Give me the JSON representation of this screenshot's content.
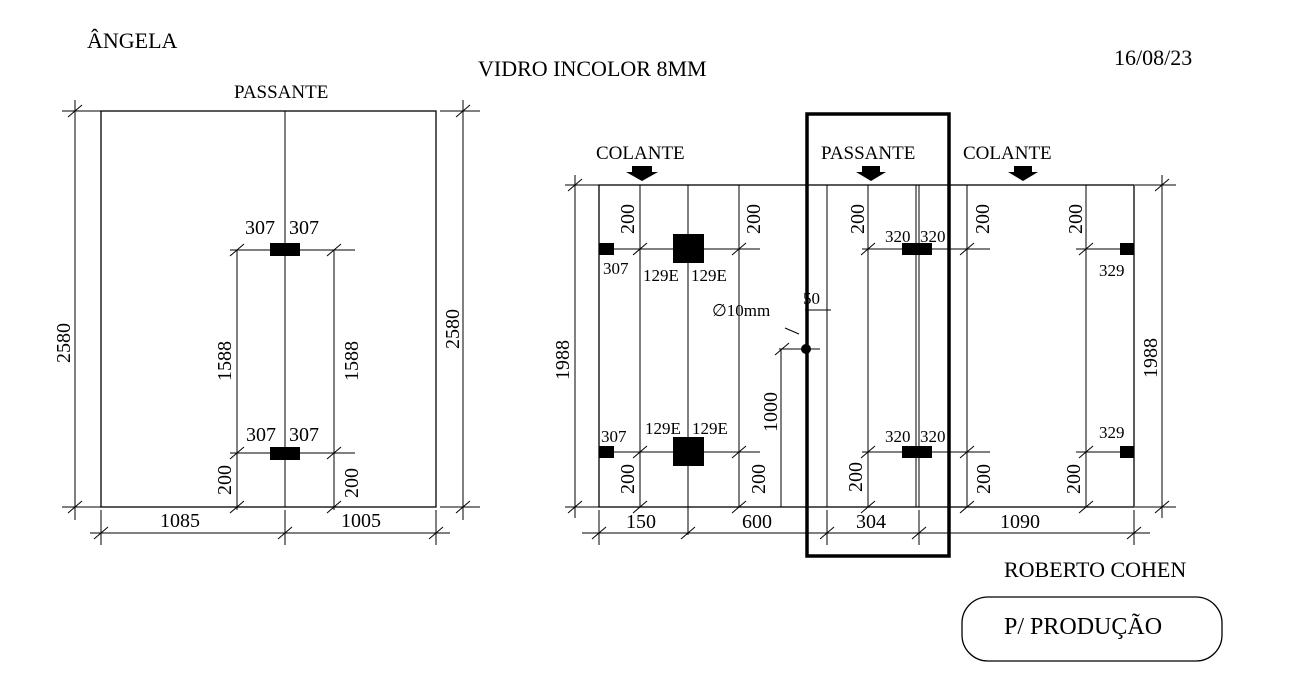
{
  "header": {
    "client": "ÂNGELA",
    "material": "VIDRO INCOLOR 8MM",
    "date": "16/08/23"
  },
  "left_panel": {
    "title": "PASSANTE",
    "height_left": "2580",
    "height_right": "2580",
    "top_left": "307",
    "top_right": "307",
    "mid_left": "1588",
    "mid_right": "1588",
    "bottom_left_label": "307",
    "bottom_right_label": "307",
    "bottom_gap_left": "200",
    "bottom_gap_right": "200",
    "width_left": "1085",
    "width_right": "1005"
  },
  "right_panel": {
    "label_colante_left": "COLANTE",
    "label_passante": "PASSANTE",
    "label_colante_right": "COLANTE",
    "height_left": "1988",
    "height_right": "1988",
    "top_gap_a": "200",
    "top_gap_b": "200",
    "top_gap_c": "200",
    "top_gap_d": "200",
    "top_gap_e": "200",
    "edge_left_top": "307",
    "center_top_left": "129E",
    "center_top_right": "129E",
    "hinge_top_left": "320",
    "hinge_top_right": "320",
    "edge_right_top": "329",
    "hole_diameter": "∅10mm",
    "hole_offset": "50",
    "hole_height": "1000",
    "edge_left_bottom": "307",
    "center_bottom_left": "129E",
    "center_bottom_right": "129E",
    "hinge_bottom_left": "320",
    "hinge_bottom_right": "320",
    "edge_right_bottom": "329",
    "bottom_gap_a": "200",
    "bottom_gap_b": "200",
    "bottom_gap_c": "200",
    "bottom_gap_d": "200",
    "bottom_gap_e": "200",
    "width_a": "150",
    "width_b": "600",
    "width_c": "304",
    "width_d": "1090"
  },
  "footer": {
    "client": "ROBERTO COHEN",
    "status": "P/ PRODUÇÃO"
  }
}
